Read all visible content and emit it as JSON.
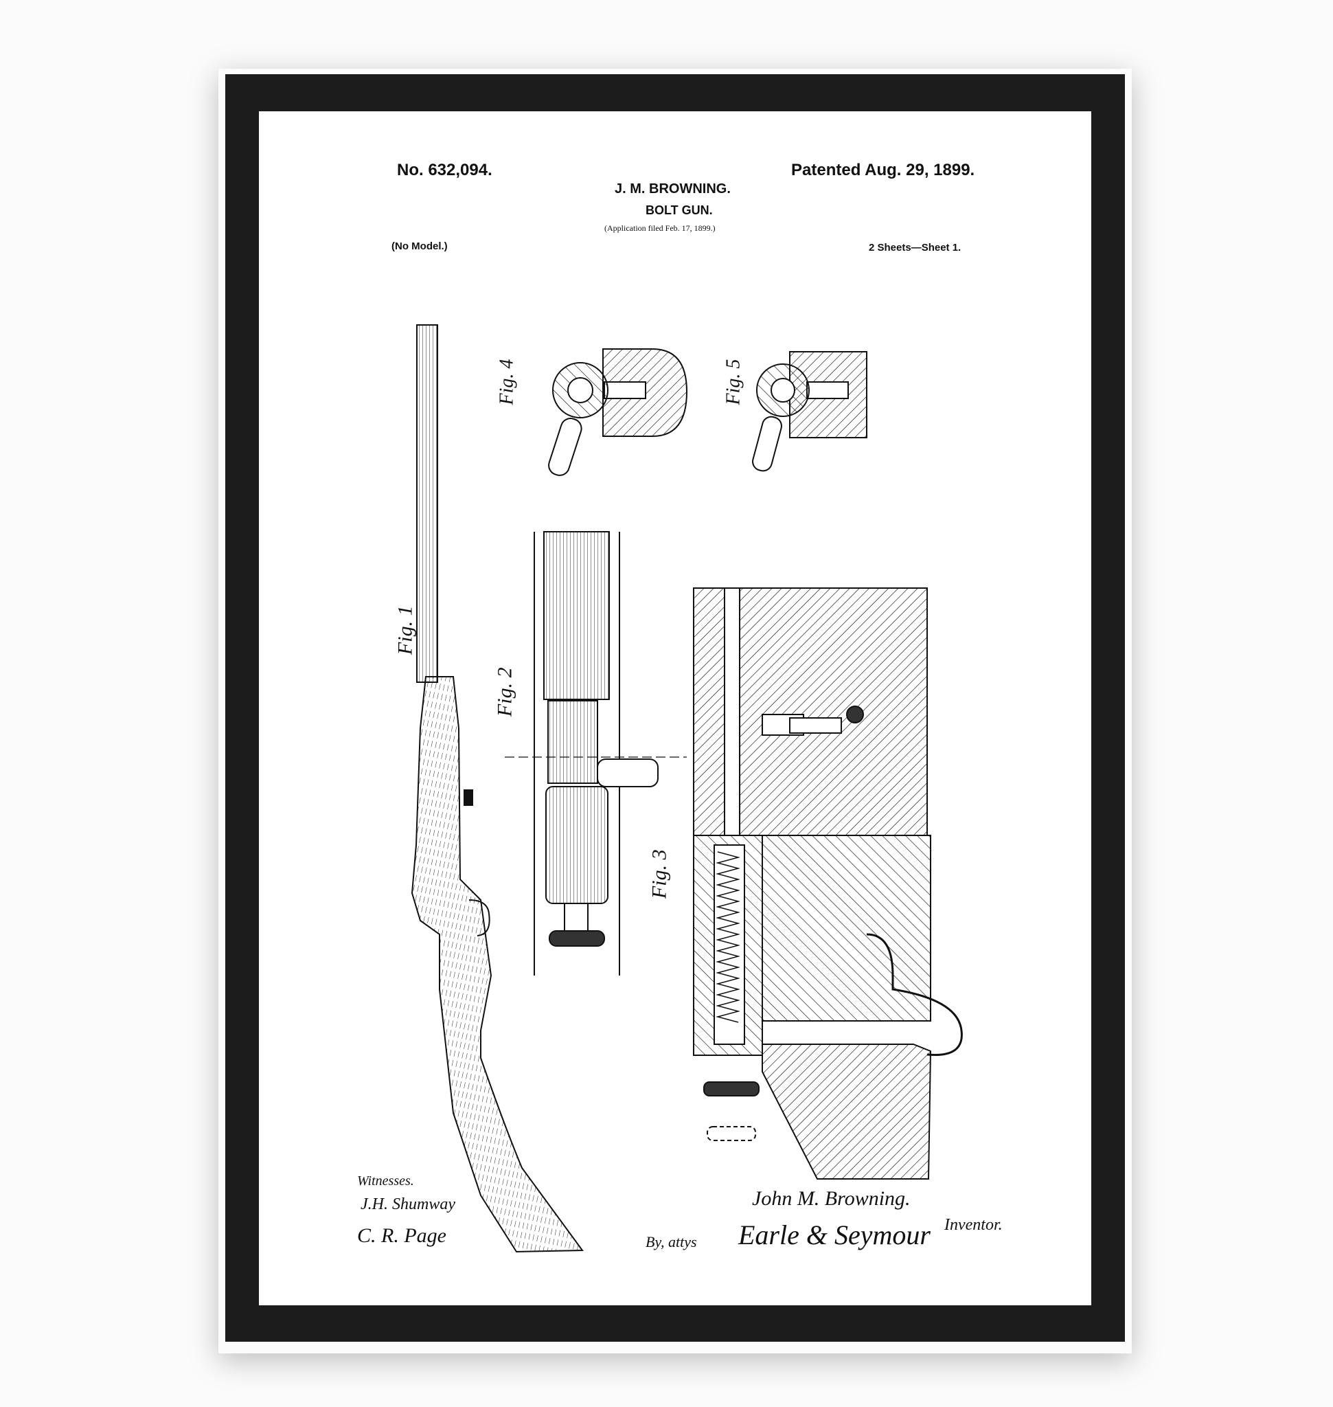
{
  "header": {
    "patent_number": "No. 632,094.",
    "patent_date": "Patented Aug. 29, 1899.",
    "inventor": "J. M. BROWNING.",
    "title": "BOLT GUN.",
    "application": "(Application filed Feb. 17, 1899.)",
    "model_note": "(No Model.)",
    "sheets": "2 Sheets—Sheet 1."
  },
  "figures": {
    "fig1": "Fig. 1",
    "fig2": "Fig. 2",
    "fig3": "Fig. 3",
    "fig4": "Fig. 4",
    "fig5": "Fig. 5"
  },
  "signatures": {
    "witnesses_label": "Witnesses.",
    "witness1": "J.H. Shumway",
    "witness2": "C. R. Page",
    "inventor_sig": "John M. Browning.",
    "inventor_label": "Inventor.",
    "attorney_prefix": "By, attys",
    "attorneys": "Earle & Seymour"
  },
  "colors": {
    "frame": "#1c1c1c",
    "paper": "#ffffff",
    "ink": "#111111"
  }
}
